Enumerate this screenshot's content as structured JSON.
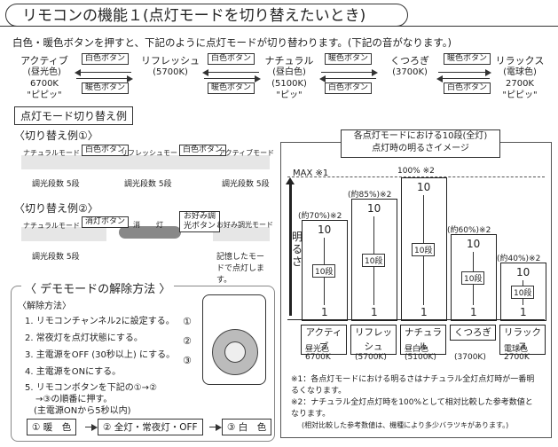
{
  "title": "リモコンの機能１(点灯モードを切り替えたいとき)",
  "intro": "白色・暖色ボタンを押すと、下記のように点灯モードが切り替わります。(下記の音がなります。)",
  "modes": [
    {
      "name": "アクティブ",
      "sub": "(昼光色)",
      "k": "6700K",
      "sound": "\"ピピッ\""
    },
    {
      "name": "リフレッシュ",
      "sub": "(5700K)",
      "k": "",
      "sound": ""
    },
    {
      "name": "ナチュラル",
      "sub": "(昼白色)",
      "k": "(5100K)",
      "sound": "\"ピッ\""
    },
    {
      "name": "くつろぎ",
      "sub": "(3700K)",
      "k": "",
      "sound": ""
    },
    {
      "name": "リラックス",
      "sub": "(電球色)",
      "k": "2700K",
      "sound": "\"ピピッ\""
    }
  ],
  "buttons": {
    "white": "白色ボタン",
    "warm": "暖色ボタン"
  },
  "examples": {
    "header": "点灯モード切り替え例",
    "ex1_title": "〈切り替え例①〉",
    "ex1_labels": [
      "ナチュラルモード",
      "リフレッシュモード",
      "アクティブモード"
    ],
    "ex1_dim": "調光段数 5段",
    "ex2_title": "〈切り替え例②〉",
    "ex2_labels": [
      "ナチュラルモード",
      "消",
      "灯",
      "お好み調光モード"
    ],
    "ex2_btn1": "消灯ボタン",
    "ex2_btn2": "お好み調光ボタン",
    "ex2_note": "記憶したモードで点灯します。"
  },
  "demo": {
    "title": "〈 デモモードの解除方法 〉",
    "sub": "〈解除方法〉",
    "steps": [
      "1. リモコンチャンネル2に設定する。",
      "2. 常夜灯を点灯状態にする。",
      "3. 主電源をOFF (30秒以上) にする。",
      "4. 主電源をONにする。",
      "5. リモコンボタンを下記の①→②",
      "→③の順番に押す。",
      "(主電源ONから5秒以内)"
    ],
    "seq": [
      "① 暖　色",
      "② 全灯・常夜灯・OFF",
      "③ 白　色"
    ],
    "markers": [
      "①",
      "②",
      "③"
    ]
  },
  "chart": {
    "title_line1": "各点灯モードにおける10段(全灯)",
    "title_line2": "点灯時の明るさイメージ",
    "max_label": "MAX ※1",
    "yaxis": "明るさ",
    "step_label": "10段",
    "note1": "※1：各点灯モードにおける明るさはナチュラル全灯点灯時が一番明るくなります。",
    "note2": "※2：ナチュラル全灯点灯時を100%として相対比較した参考数値となります。",
    "note3": "(相対比較した参考数値は、機種により多少バラツキがあります。)"
  },
  "chart_data": {
    "type": "bar",
    "categories": [
      "アクティブ",
      "リフレッシュ",
      "ナチュラル",
      "くつろぎ",
      "リラックス"
    ],
    "values": [
      70,
      85,
      100,
      60,
      40
    ],
    "value_labels": [
      "(約70%)※2",
      "(約85%)※2",
      "100% ※2",
      "(約60%)※2",
      "(約40%)※2"
    ],
    "top_step": "10",
    "bottom_step": "1",
    "under_labels": [
      [
        "昼光色",
        "6700K"
      ],
      [
        "",
        "(5700K)"
      ],
      [
        "昼白色",
        "(5100K)"
      ],
      [
        "",
        "(3700K)"
      ],
      [
        "電球色",
        "2700K"
      ]
    ]
  }
}
